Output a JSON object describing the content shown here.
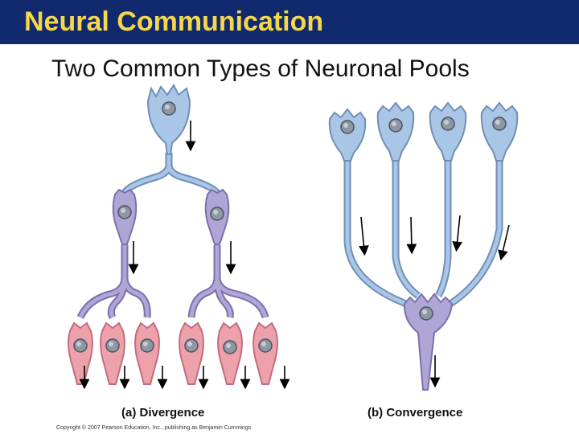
{
  "slide": {
    "title": "Neural Communication",
    "subtitle": "Two Common Types of Neuronal Pools"
  },
  "figure": {
    "panel_a_caption": "(a) Divergence",
    "panel_b_caption": "(b) Convergence",
    "copyright": "Copyright © 2007 Pearson Education, Inc., publishing as Benjamin Cummings"
  },
  "colors": {
    "title_bar": "#112a6e",
    "title_text": "#f6d64a",
    "neuron_blue": "#a9c6e6",
    "neuron_blue_outline": "#6f8fb8",
    "neuron_purple": "#b0a6d6",
    "neuron_purple_outline": "#7c6fae",
    "neuron_pink": "#eda1ab",
    "neuron_pink_outline": "#c36d7b",
    "nucleus": "#8f97a5"
  }
}
